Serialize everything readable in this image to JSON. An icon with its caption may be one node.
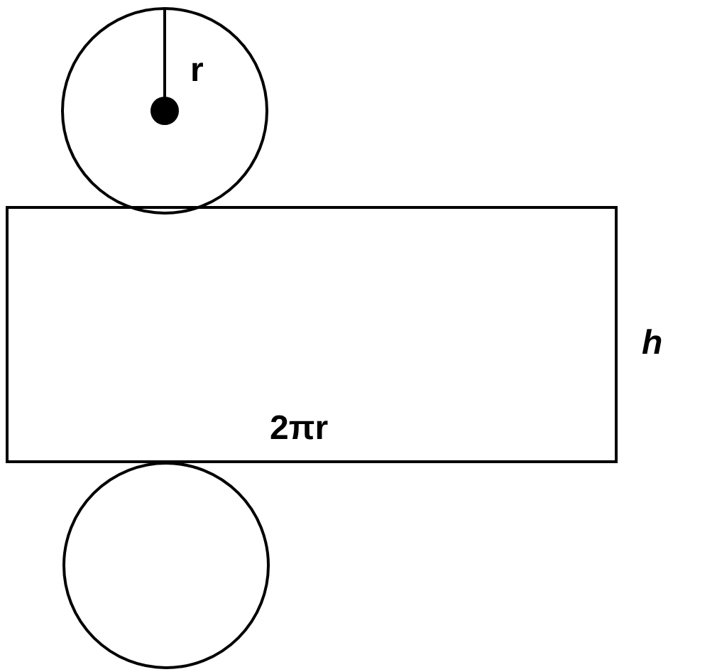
{
  "diagram": {
    "nodes": [
      {
        "text": [],
        "shape": "circle"
      },
      {
        "text": [],
        "shape": "box"
      },
      {
        "text": [],
        "shape": "circle"
      }
    ],
    "edges": [],
    "labels": [
      "r",
      "h",
      "2πr"
    ]
  }
}
